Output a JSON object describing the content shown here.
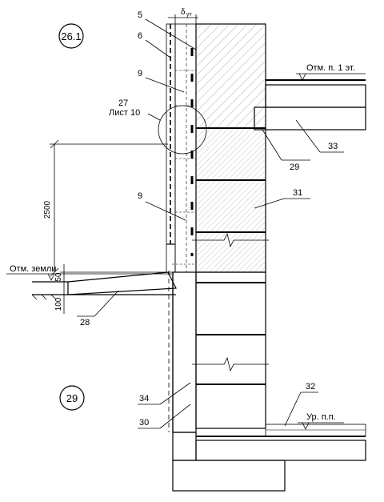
{
  "drawing": {
    "section_marks": [
      "26.1",
      "29"
    ],
    "callouts": {
      "c5": "5",
      "c6": "6",
      "c9_top": "9",
      "c9_mid": "9",
      "c27": "27",
      "c27_sheet": "Лист 10",
      "c29": "29",
      "c31": "31",
      "c33": "33",
      "c28": "28",
      "c34": "34",
      "c30": "30",
      "c32": "32"
    },
    "level_marks": {
      "floor_1": "Отм. п. 1 эт.",
      "ground": "Отм. земли",
      "floor_level": "Ур. п.п."
    },
    "dimensions": {
      "height_2500": "2500",
      "d50": "50",
      "d100": "100",
      "delta": "δ",
      "delta_sub": "ут"
    }
  }
}
